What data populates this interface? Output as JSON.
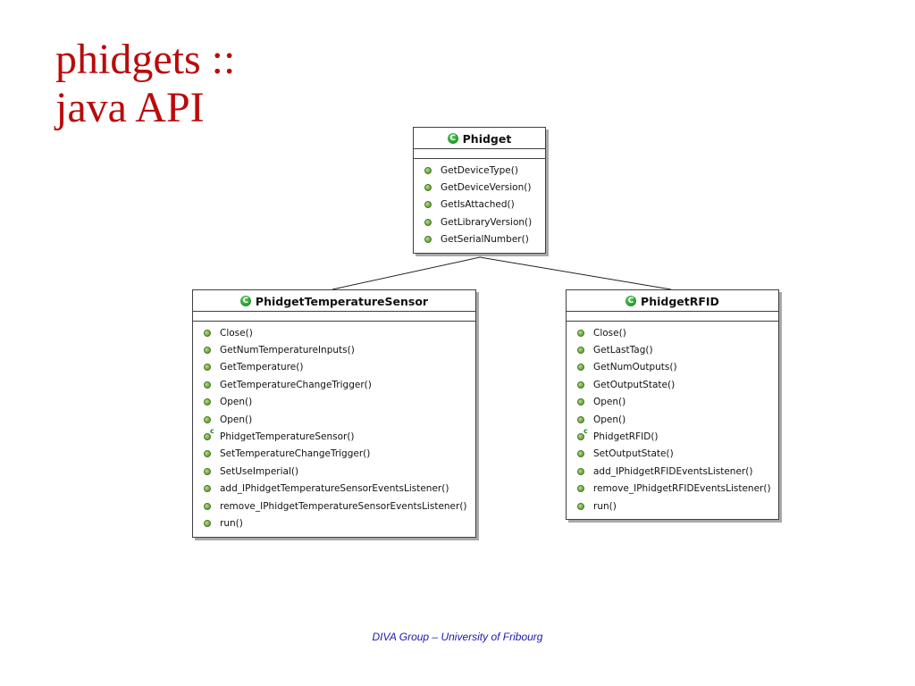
{
  "slide": {
    "title_line1": "phidgets ::",
    "title_line2": "java API",
    "footer": "DIVA Group – University of Fribourg",
    "title_color": "#b80c0c",
    "footer_color": "#1a1aa8"
  },
  "icons": {
    "class_icon": "class-icon",
    "class_icon_letter": "C",
    "method_icon": "public-method-icon",
    "constructor_icon": "constructor-icon"
  },
  "classes": {
    "phidget": {
      "name": "Phidget",
      "methods": [
        "GetDeviceType()",
        "GetDeviceVersion()",
        "GetIsAttached()",
        "GetLibraryVersion()",
        "GetSerialNumber()"
      ]
    },
    "temperature": {
      "name": "PhidgetTemperatureSensor",
      "methods": [
        "Close()",
        "GetNumTemperatureInputs()",
        "GetTemperature()",
        "GetTemperatureChangeTrigger()",
        "Open()",
        "Open()",
        "PhidgetTemperatureSensor()",
        "SetTemperatureChangeTrigger()",
        "SetUseImperial()",
        "add_IPhidgetTemperatureSensorEventsListener()",
        "remove_IPhidgetTemperatureSensorEventsListener()",
        "run()"
      ]
    },
    "rfid": {
      "name": "PhidgetRFID",
      "methods": [
        "Close()",
        "GetLastTag()",
        "GetNumOutputs()",
        "GetOutputState()",
        "Open()",
        "Open()",
        "PhidgetRFID()",
        "SetOutputState()",
        "add_IPhidgetRFIDEventsListener()",
        "remove_IPhidgetRFIDEventsListener()",
        "run()"
      ]
    }
  }
}
